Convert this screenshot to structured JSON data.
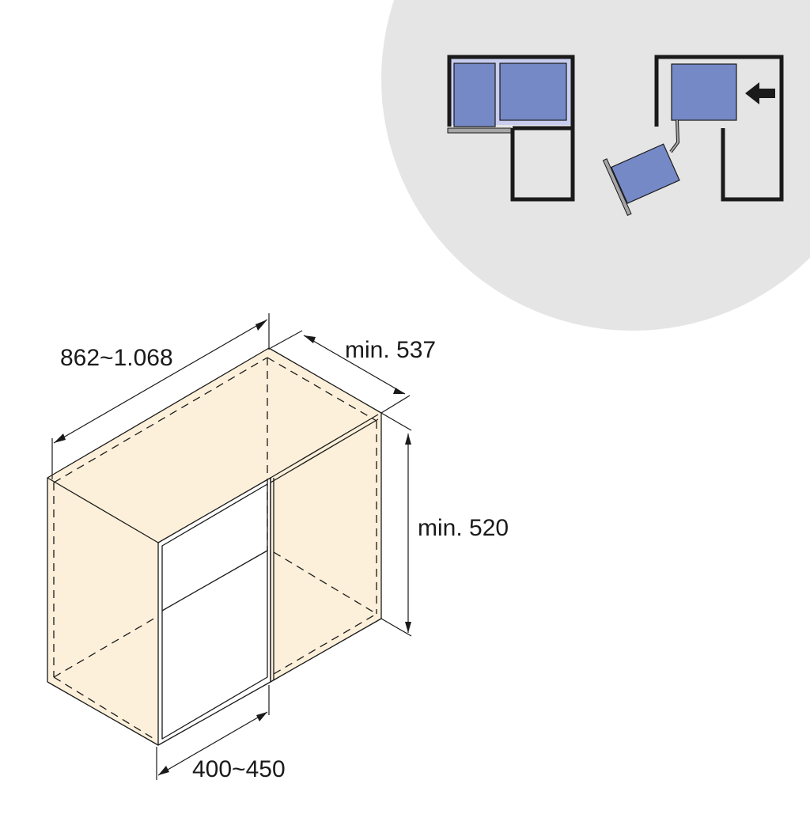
{
  "diagram": {
    "type": "corner-cabinet-dimension-drawing",
    "colors": {
      "background": "#ffffff",
      "inset_circle": "#e5e5e5",
      "cabinet_fill": "#fdf0da",
      "line": "#1a1a1a",
      "basket_blue": "#7589c6",
      "basket_light": "#c9cdee",
      "door_gray": "#a6a6a6"
    },
    "dimensions": {
      "width": {
        "label": "862~1.068"
      },
      "depth": {
        "label": "min. 537"
      },
      "height": {
        "label": "min. 520"
      },
      "opening": {
        "label": "400~450"
      }
    },
    "inset": {
      "closed_view": {
        "description": "L-shaped corner cabinet top view with baskets stored"
      },
      "open_view": {
        "description": "Baskets pulled out of corner cabinet, arrow indicating sliding direction",
        "arrow_direction": "left"
      }
    }
  }
}
